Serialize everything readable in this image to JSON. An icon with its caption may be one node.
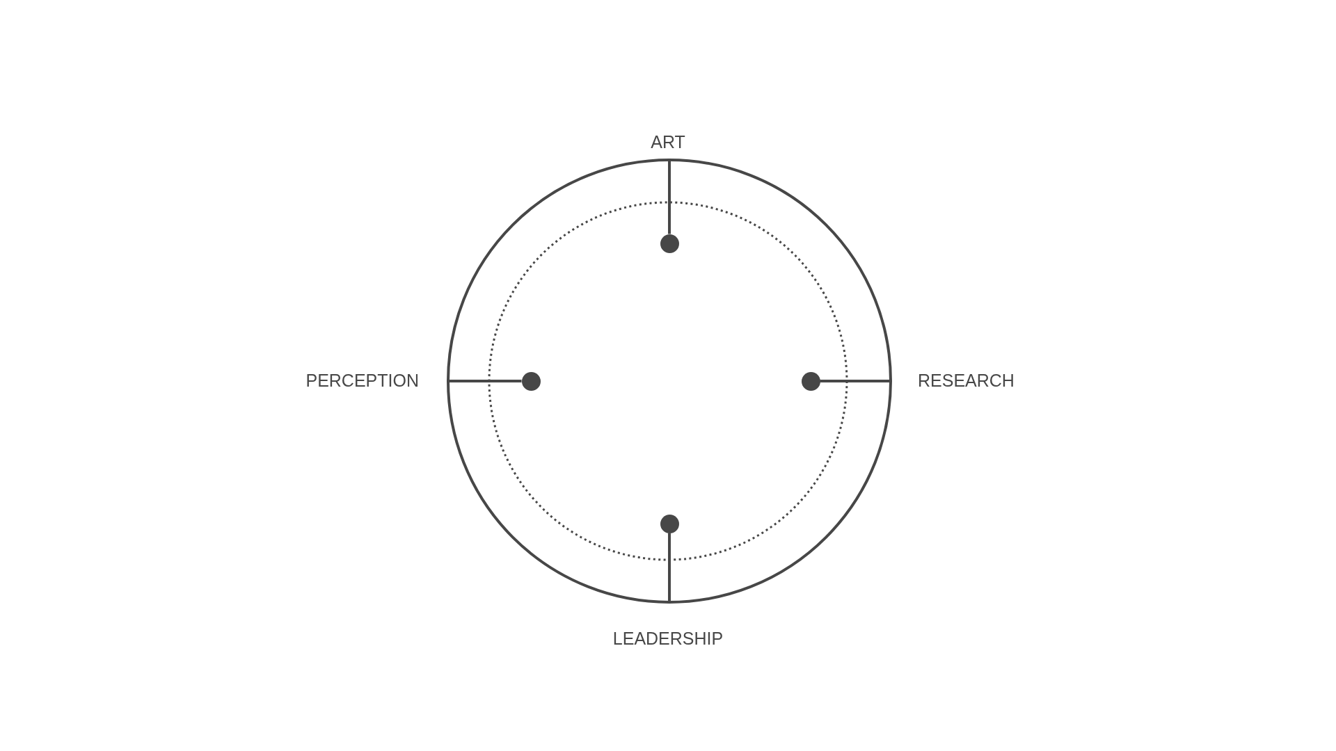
{
  "diagram": {
    "nodes": [
      {
        "text": [],
        "shape": "circle"
      },
      {
        "text": [],
        "shape": "circle",
        "in": 0
      },
      {
        "text": [],
        "shape": "circle",
        "in": 0
      },
      {
        "text": [],
        "shape": "circle",
        "in": 0
      },
      {
        "text": [],
        "shape": "circle",
        "in": 0
      }
    ],
    "edges": [
      {
        "from": 0,
        "to": 1,
        "arrow": "none"
      },
      {
        "from": 0,
        "to": 2,
        "arrow": "none"
      },
      {
        "from": 0,
        "to": 3,
        "arrow": "none"
      },
      {
        "from": 0,
        "to": 4,
        "arrow": "none"
      }
    ],
    "labels": [
      "ART",
      "PERCEPTION",
      "RESEARCH",
      "LEADERSHIP"
    ]
  }
}
